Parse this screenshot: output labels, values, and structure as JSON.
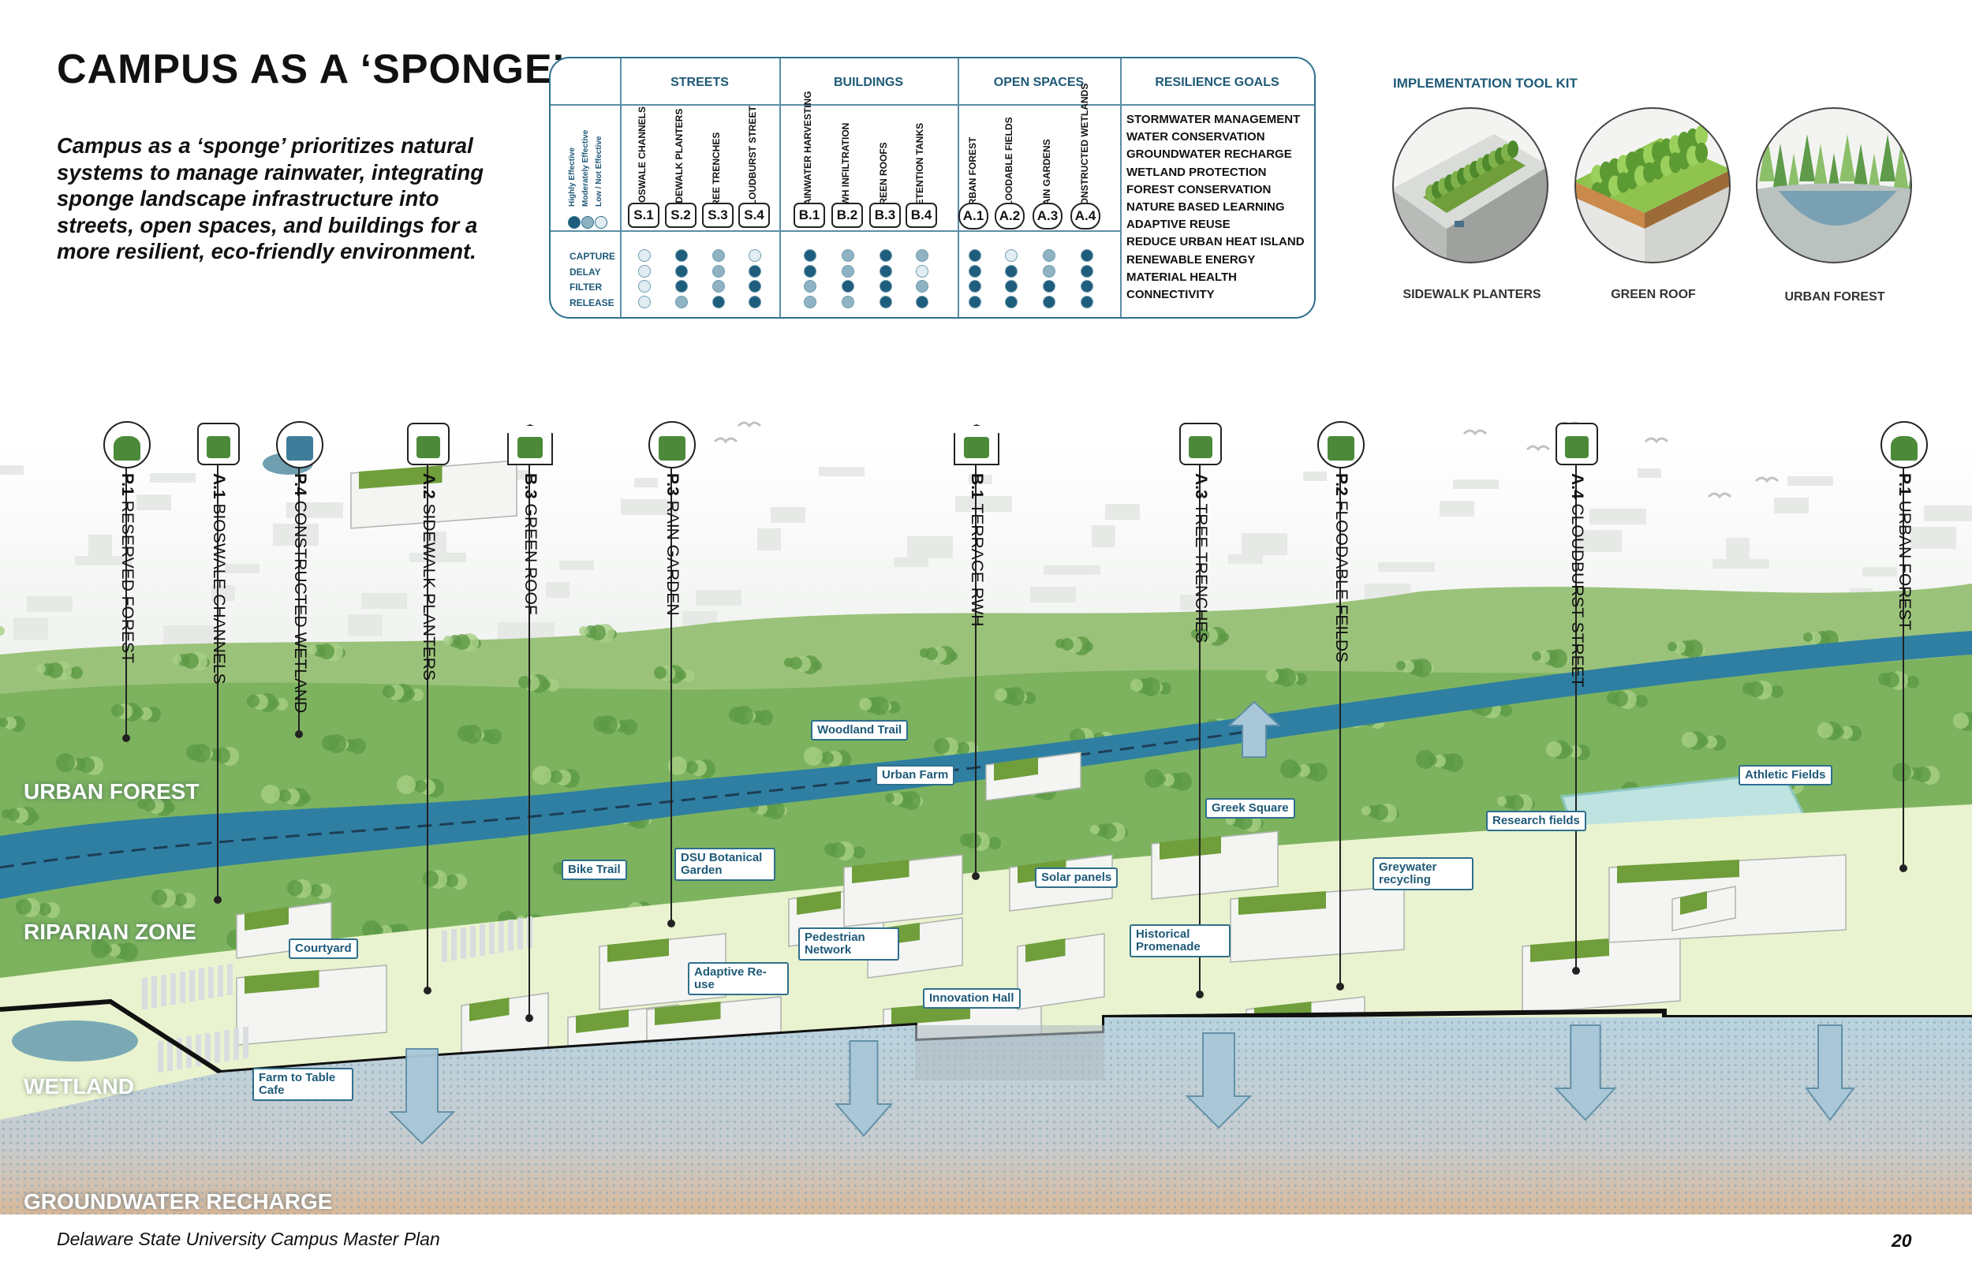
{
  "title": "CAMPUS AS A ‘SPONGE’",
  "intro": "Campus as a ‘sponge’ prioritizes natural systems to manage rainwater, integrating sponge landscape infrastructure into streets, open spaces, and buildings for a more resilient, eco-friendly environment.",
  "matrix": {
    "legend": [
      "Highly Effective",
      "Moderately Effective",
      "Low / Not Effective"
    ],
    "legend_colors": [
      "#1f5d7c",
      "#8fb3c3",
      "#e1edf2"
    ],
    "groups": [
      {
        "name": "STREETS",
        "items": [
          {
            "label": "BIOSWALE CHANNELS",
            "code": "S.1"
          },
          {
            "label": "SIDEWALK PLANTERS",
            "code": "S.2"
          },
          {
            "label": "TREE TRENCHES",
            "code": "S.3"
          },
          {
            "label": "CLOUDBURST STREET",
            "code": "S.4"
          }
        ]
      },
      {
        "name": "BUILDINGS",
        "items": [
          {
            "label": "RAINWATER HARVESTING",
            "code": "B.1"
          },
          {
            "label": "RWH INFILTRATION",
            "code": "B.2"
          },
          {
            "label": "GREEN ROOFS",
            "code": "B.3"
          },
          {
            "label": "DETENTION TANKS",
            "code": "B.4"
          }
        ]
      },
      {
        "name": "OPEN SPACES",
        "items": [
          {
            "label": "URBAN FOREST",
            "code": "A.1"
          },
          {
            "label": "FLOODABLE FIELDS",
            "code": "A.2"
          },
          {
            "label": "RAIN GARDENS",
            "code": "A.3"
          },
          {
            "label": "CONSTRUCTED WETLANDS",
            "code": "A.4"
          }
        ]
      }
    ],
    "rows": [
      "CAPTURE",
      "DELAY",
      "FILTER",
      "RELEASE"
    ],
    "ratings": [
      [
        2,
        2,
        2,
        2
      ],
      [
        0,
        0,
        0,
        1
      ],
      [
        1,
        1,
        1,
        0
      ],
      [
        2,
        0,
        0,
        0
      ],
      [
        0,
        0,
        1,
        1
      ],
      [
        1,
        1,
        0,
        1
      ],
      [
        0,
        0,
        0,
        0
      ],
      [
        1,
        2,
        1,
        0
      ],
      [
        0,
        0,
        0,
        0
      ],
      [
        2,
        0,
        0,
        0
      ],
      [
        1,
        1,
        0,
        0
      ],
      [
        0,
        0,
        0,
        0
      ]
    ],
    "goals_title": "RESILIENCE GOALS",
    "goals": [
      "STORMWATER  MANAGEMENT",
      "WATER CONSERVATION",
      "GROUNDWATER RECHARGE",
      "WETLAND PROTECTION",
      "FOREST CONSERVATION",
      "NATURE BASED LEARNING",
      "ADAPTIVE REUSE",
      "REDUCE URBAN HEAT ISLAND",
      "RENEWABLE ENERGY",
      "MATERIAL HEALTH",
      "CONNECTIVITY"
    ]
  },
  "toolkit": {
    "title": "IMPLEMENTATION TOOL KIT",
    "items": [
      "SIDEWALK PLANTERS",
      "GREEN ROOF",
      "URBAN FOREST"
    ]
  },
  "diagram": {
    "zones": [
      "URBAN FOREST",
      "RIPARIAN ZONE",
      "WETLAND",
      "GROUNDWATER RECHARGE"
    ],
    "pins": [
      {
        "code": "P.1",
        "label": "RESERVED FOREST",
        "icon": "forest-icon"
      },
      {
        "code": "A.1",
        "label": "BIOSWALE CHANNELS",
        "icon": "bioswale-icon"
      },
      {
        "code": "P.4",
        "label": "CONSTRUCTED WETLAND",
        "icon": "wetland-icon"
      },
      {
        "code": "A.2",
        "label": "SIDEWALK PLANTERS",
        "icon": "planter-icon"
      },
      {
        "code": "B.3",
        "label": "GREEN ROOF",
        "icon": "green-roof-icon"
      },
      {
        "code": "P.3",
        "label": "RAIN GARDEN",
        "icon": "rain-garden-icon"
      },
      {
        "code": "B.1",
        "label": "TERRACE RWH",
        "icon": "terrace-icon"
      },
      {
        "code": "A.3",
        "label": "TREE TRENCHES",
        "icon": "tree-trench-icon"
      },
      {
        "code": "P.2",
        "label": "FLOODABLE FEILDS",
        "icon": "field-icon"
      },
      {
        "code": "A.4",
        "label": "CLOUDBURST STREET",
        "icon": "cloudburst-icon"
      },
      {
        "code": "P.1",
        "label": "URBAN FOREST",
        "icon": "forest-icon"
      }
    ],
    "callouts": [
      "Woodland Trail",
      "Urban Farm",
      "Bike Trail",
      "DSU Botanical Garden",
      "Greek Square",
      "Research fields",
      "Athletic Fields",
      "Greywater recycling",
      "Solar panels",
      "Courtyard",
      "Pedestrian Network",
      "Historical Promenade",
      "Adaptive Re-use",
      "Innovation Hall",
      "Farm to Table Cafe"
    ]
  },
  "footer": "Delaware State University Campus Master Plan",
  "page_number": "20"
}
